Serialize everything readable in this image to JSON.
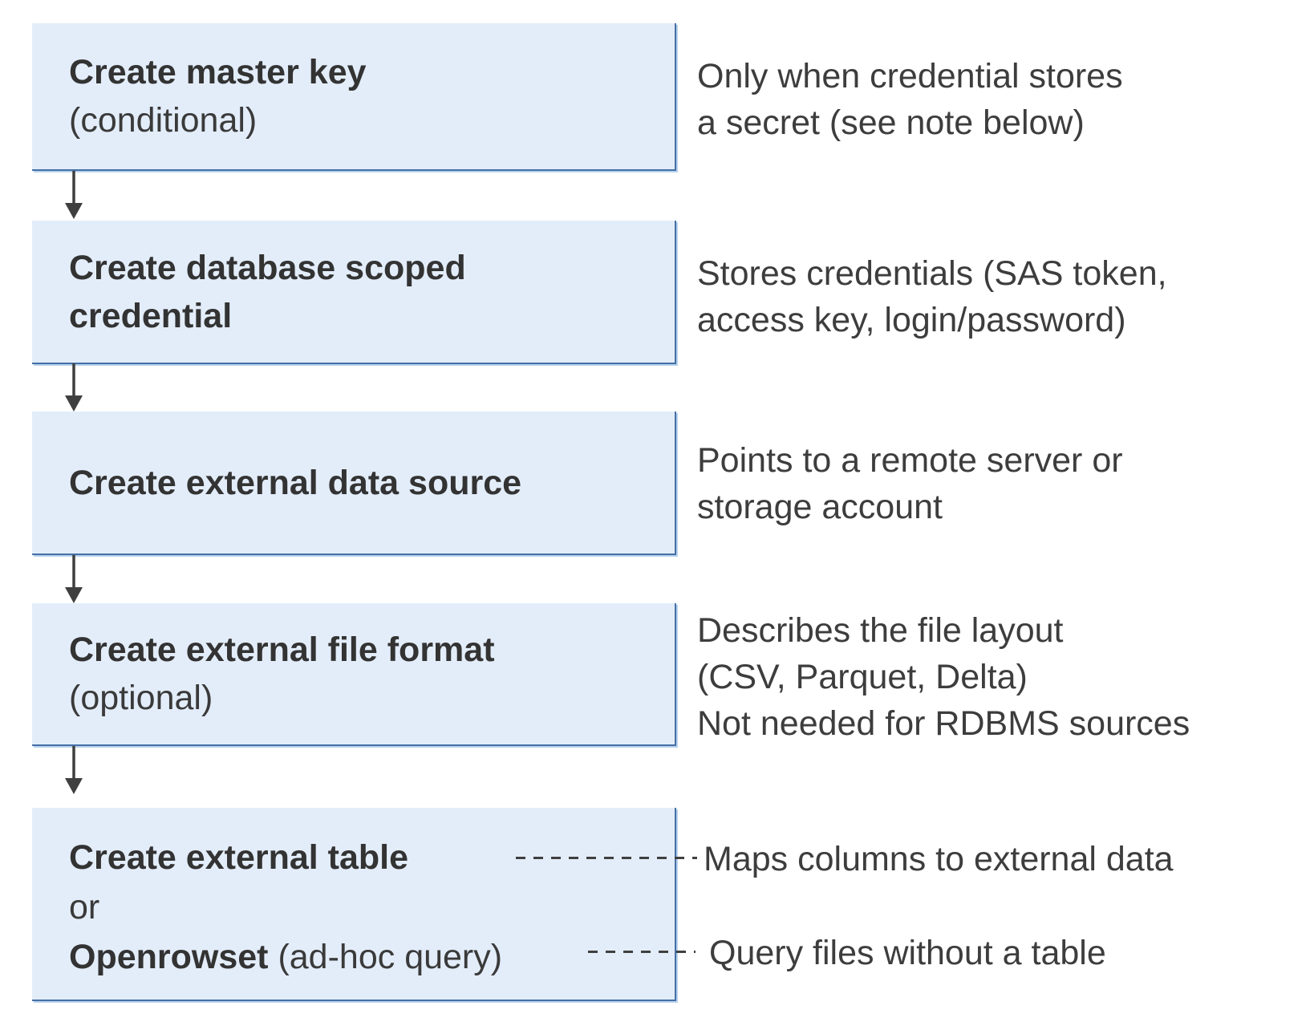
{
  "diagram": {
    "kind": "flow-diagram",
    "colors": {
      "box_fill": "#e3edfa",
      "box_border": "#4470a6",
      "box_shadow": "#b9d1ec",
      "arrow": "#3f3f3f",
      "box_text": "#333333",
      "note_text": "#3d3d3d"
    },
    "steps": [
      {
        "title": "Create master key",
        "subtitle": "(conditional)",
        "note": "Only when credential stores\na secret (see note below)"
      },
      {
        "title": "Create database scoped\ncredential",
        "subtitle": "",
        "note": "Stores credentials (SAS token,\naccess key, login/password)"
      },
      {
        "title": "Create external data source",
        "subtitle": "",
        "note": "Points to a remote server or\nstorage account"
      },
      {
        "title": "Create external file format",
        "subtitle": "(optional)",
        "note": "Describes the file layout\n(CSV, Parquet, Delta)\nNot needed for RDBMS sources"
      },
      {
        "title": "Create external table",
        "or_label": "or",
        "alt_title": "Openrowset",
        "alt_suffix": " (ad-hoc query)",
        "note_table": "Maps columns to external data",
        "note_openrowset": "Query files without a table"
      }
    ]
  }
}
